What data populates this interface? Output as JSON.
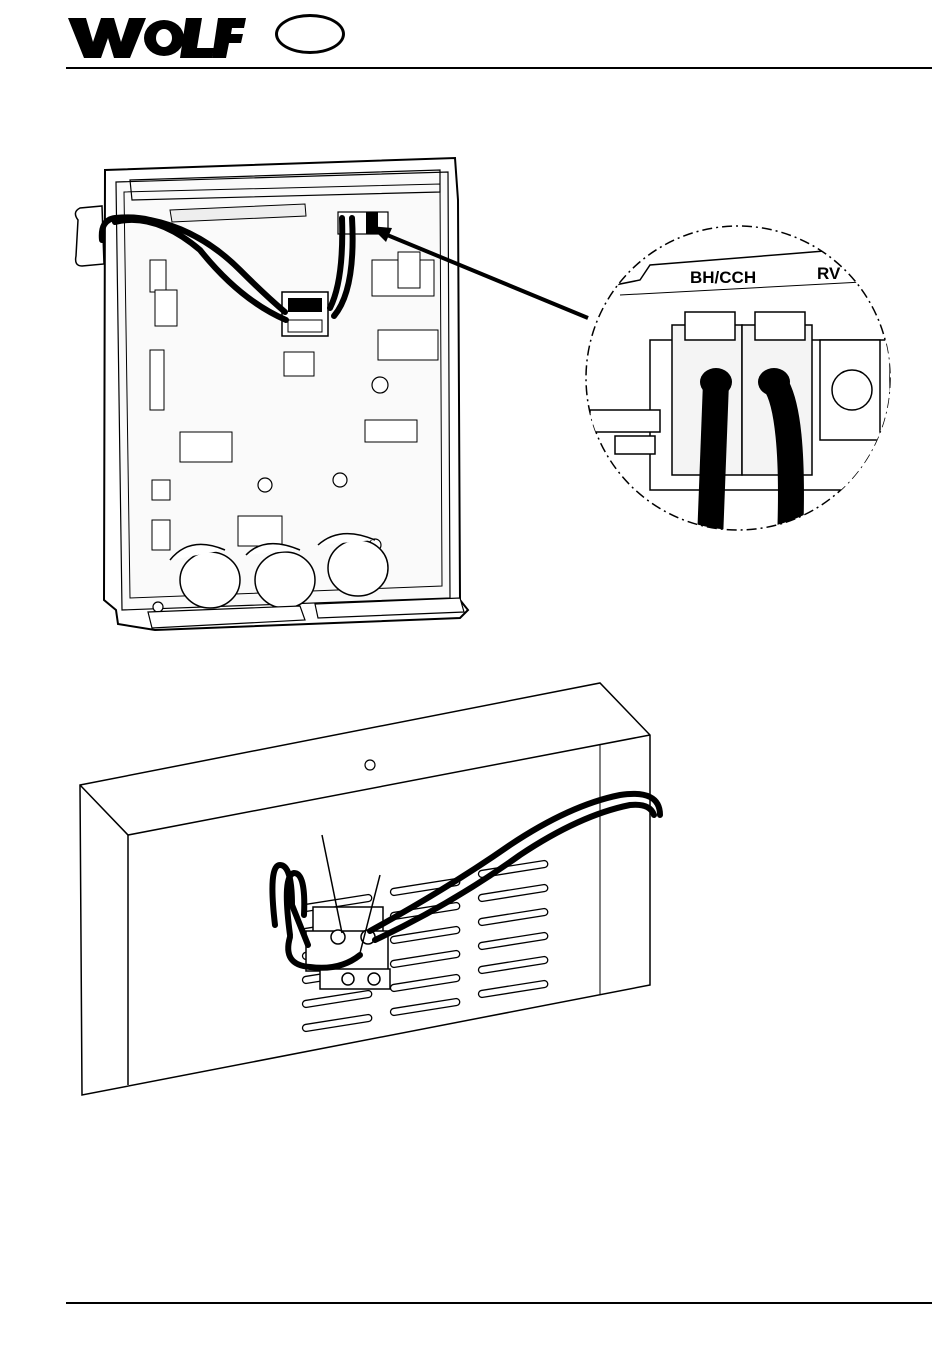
{
  "header": {
    "brand_name": "WOLF",
    "country_code": ""
  },
  "figure_top": {
    "zoom_labels": {
      "terminal_left": "BH/CCH",
      "terminal_right": "RV"
    }
  },
  "colors": {
    "ink": "#000000",
    "paper": "#ffffff"
  }
}
